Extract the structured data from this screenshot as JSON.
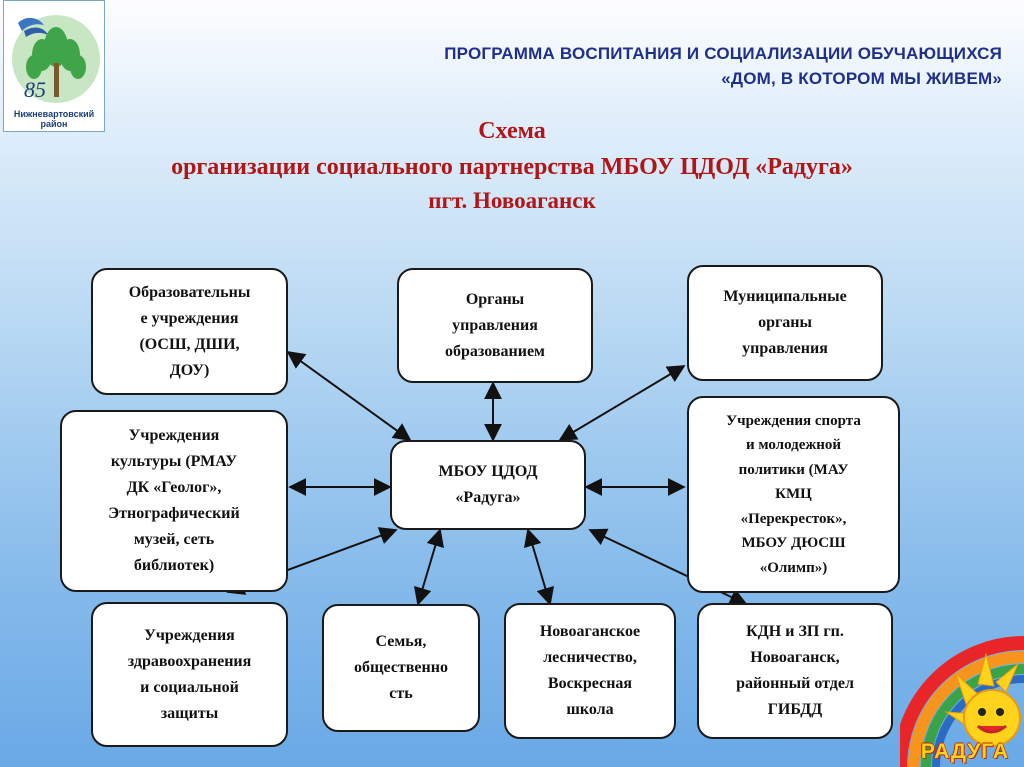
{
  "logo": {
    "number": "85",
    "caption": "Нижневартовский район"
  },
  "header": {
    "line1": "ПРОГРАММА  ВОСПИТАНИЯ И СОЦИАЛИЗАЦИИ ОБУЧАЮЩИХСЯ",
    "line2": "«ДОМ, В КОТОРОМ МЫ ЖИВЕМ»"
  },
  "title": {
    "line1": "Схема",
    "line2": "организации социального партнерства МБОУ ЦДОД «Радуга»",
    "line3": "пгт. Новоаганск"
  },
  "center": {
    "text": "МБОУ ЦДОД\n«Радуга»"
  },
  "nodes": {
    "edu": "Образовательны\nе учреждения\n(ОСШ, ДШИ,\nДОУ)",
    "gov": "Органы\nуправления\nобразованием",
    "mun": "Муниципальные\nорганы\nуправления",
    "culture": "Учреждения\nкультуры (РМАУ\nДК «Геолог»,\nЭтнографический\nмузей, сеть\nбиблиотек)",
    "sport": "Учреждения спорта\nи молодежной\nполитики (МАУ\nКМЦ\n«Перекресток»,\nМБОУ ДЮСШ\n«Олимп»)",
    "health": "Учреждения\nздравоохранения\nи социальной\nзащиты",
    "family": "Семья,\nобщественно\nсть",
    "forestry": "Новоаганское\nлесничество,\nВоскресная\nшкола",
    "kdn": "КДН и ЗП гп.\nНовоаганск,\nрайонный отдел\nГИБДД"
  },
  "brand": {
    "word": "РАДУГА"
  },
  "colors": {
    "header": "#1f2f8a",
    "title": "#b01616",
    "node_border": "#1a1a1a"
  }
}
